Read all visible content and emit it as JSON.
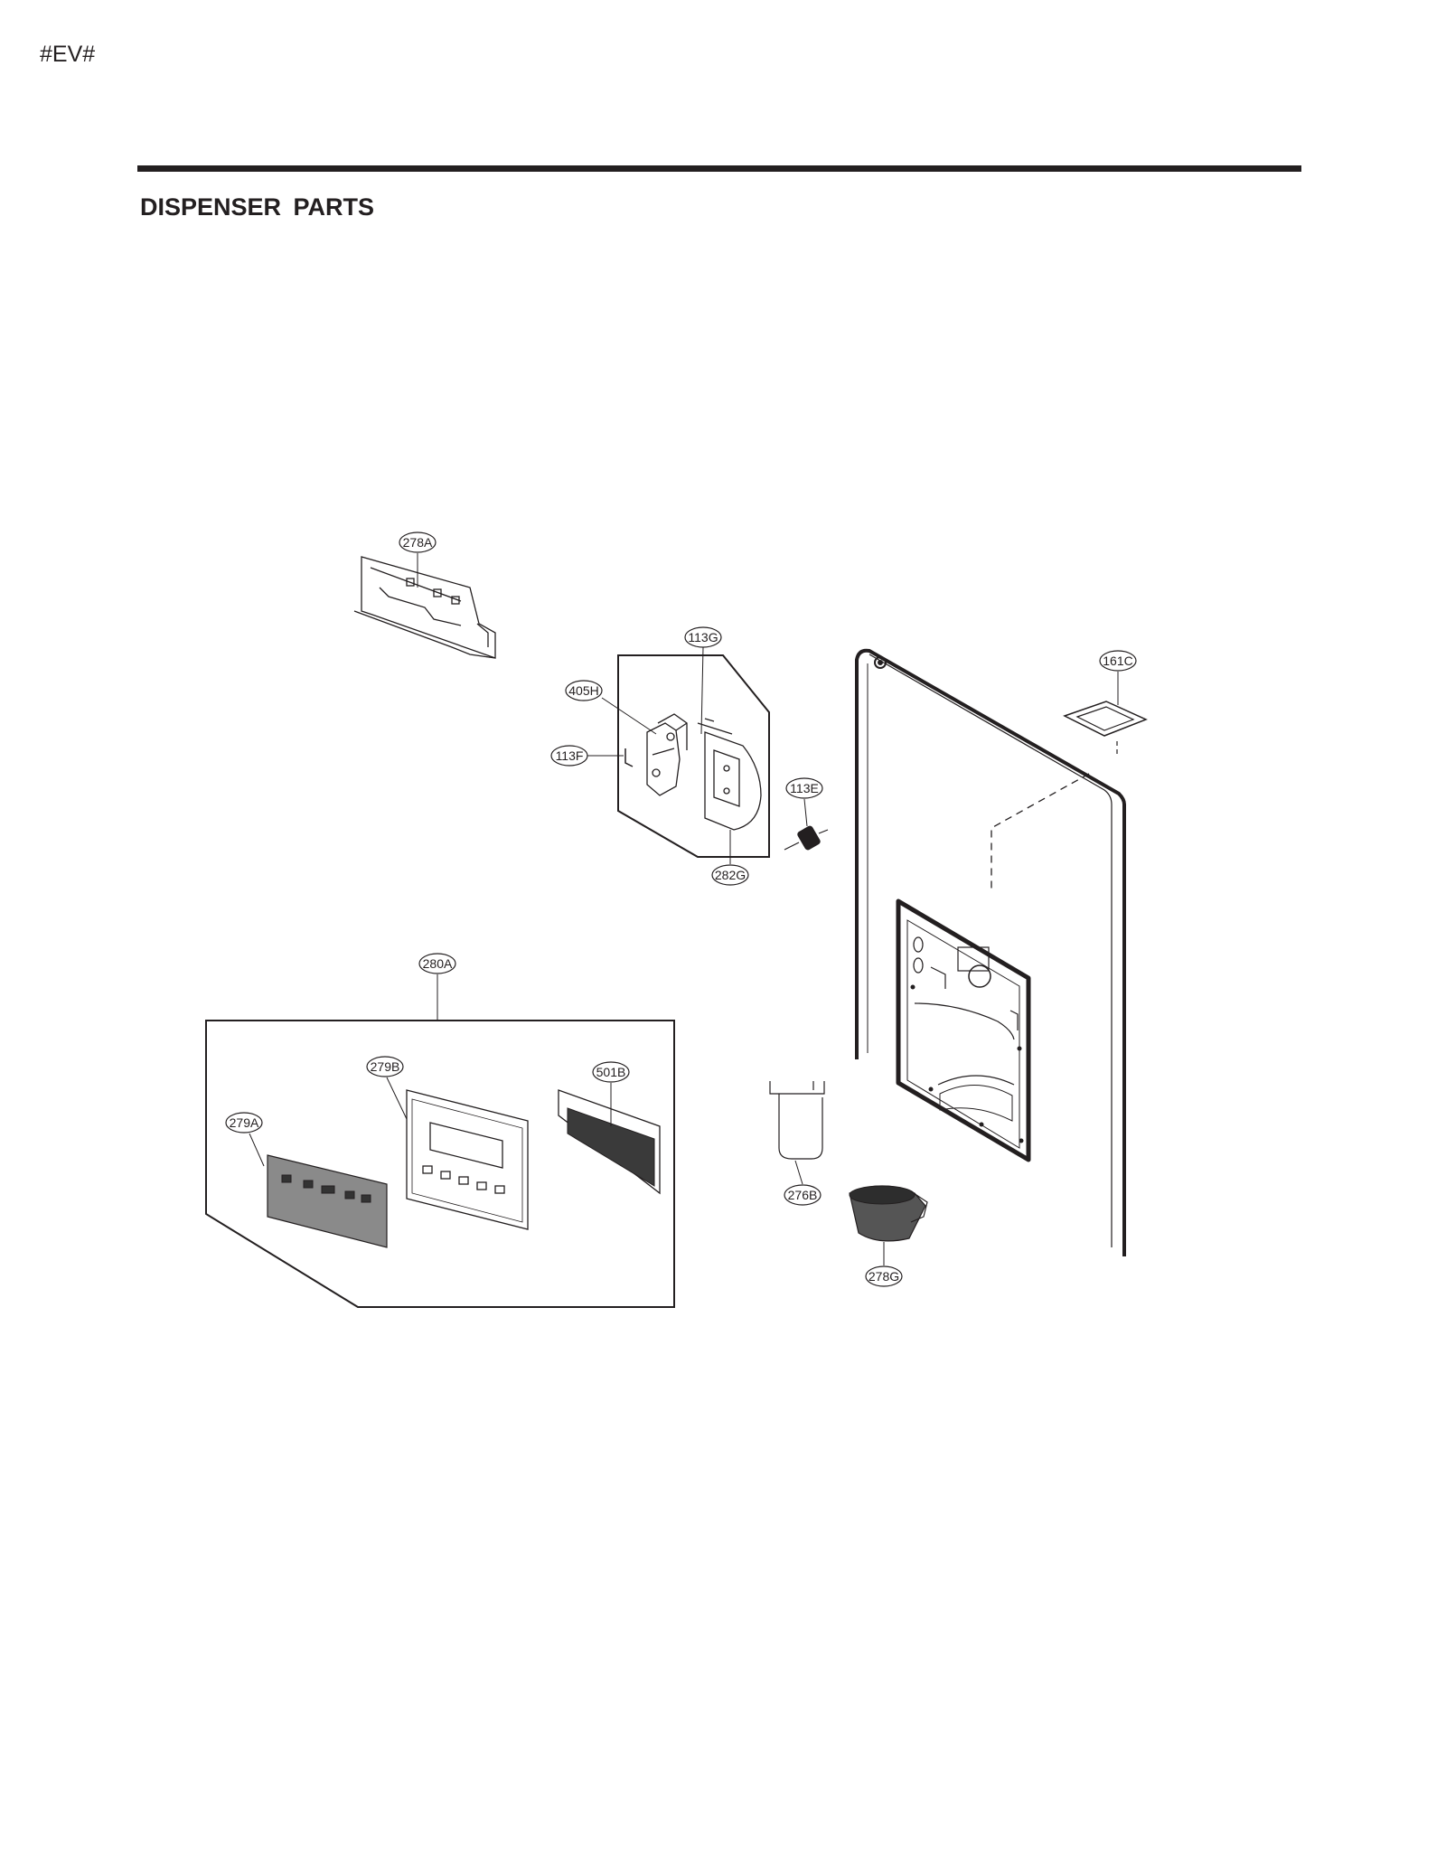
{
  "header": {
    "page_code": "#EV#",
    "section_title": "DISPENSER  PARTS"
  },
  "callouts": {
    "p278A": "278A",
    "p113G": "113G",
    "p161C": "161C",
    "p405H": "405H",
    "p113F": "113F",
    "p113E": "113E",
    "p282G": "282G",
    "p280A": "280A",
    "p279B": "279B",
    "p501B": "501B",
    "p279A": "279A",
    "p276B": "276B",
    "p278G": "278G"
  }
}
